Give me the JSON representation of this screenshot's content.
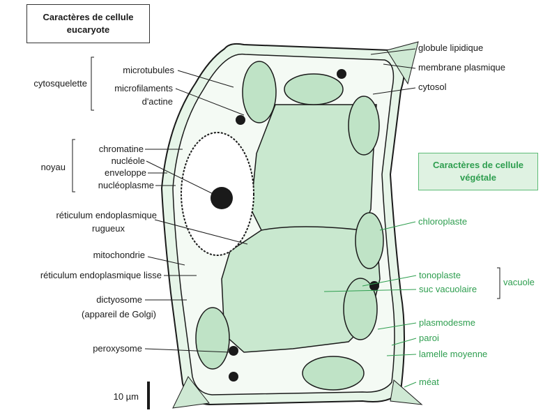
{
  "boxes": {
    "eukaryote": "Caractères de cellule eucaryote",
    "plant": "Caractères de cellule végétale"
  },
  "labels_left": {
    "cytosquelette": "cytosquelette",
    "microtubules": "microtubules",
    "microfilaments": "microfilaments",
    "actine": "d'actine",
    "noyau": "noyau",
    "chromatine": "chromatine",
    "nucleole": "nucléole",
    "enveloppe": "enveloppe",
    "nucleoplasme": "nucléoplasme",
    "rer1": "réticulum endoplasmique",
    "rer2": "rugueux",
    "mitochondrie": "mitochondrie",
    "rel": "réticulum endoplasmique lisse",
    "dictyosome": "dictyosome",
    "golgi": "(appareil de Golgi)",
    "peroxysome": "peroxysome",
    "scale": "10 µm"
  },
  "labels_right": {
    "globule": "globule lipidique",
    "membrane": "membrane plasmique",
    "cytosol": "cytosol",
    "chloroplaste": "chloroplaste",
    "tonoplaste": "tonoplaste",
    "suc": "suc vacuolaire",
    "vacuole": "vacuole",
    "plasmodesme": "plasmodesme",
    "paroi": "paroi",
    "lamelle": "lamelle moyenne",
    "meat": "méat"
  },
  "colors": {
    "cell_fill": "#e6f5e8",
    "vacuole_fill": "#c9e8cf",
    "plant_label": "#2e9e4f",
    "line": "#1a1a1a"
  }
}
